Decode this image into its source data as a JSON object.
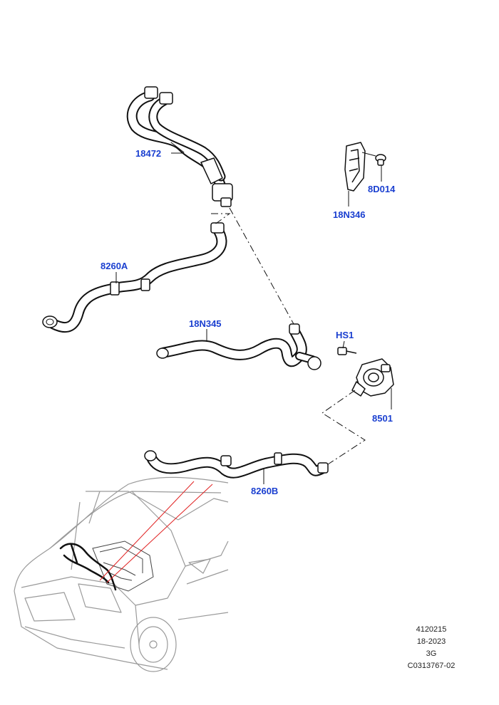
{
  "callouts": {
    "hose_18472": "18472",
    "bracket_18N346": "18N346",
    "clip_8D014": "8D014",
    "hose_8260A": "8260A",
    "hose_18N345": "18N345",
    "screw_HS1": "HS1",
    "pump_8501": "8501",
    "hose_8260B": "8260B"
  },
  "footer": {
    "line1": "4120215",
    "line2": "18-2023",
    "line3": "3G",
    "line4": "C0313767-02"
  },
  "colors": {
    "callout_text": "#1a3fd0",
    "part_line": "#111111",
    "locator_line": "#e02020",
    "vehicle_line": "#9a9a9a"
  }
}
